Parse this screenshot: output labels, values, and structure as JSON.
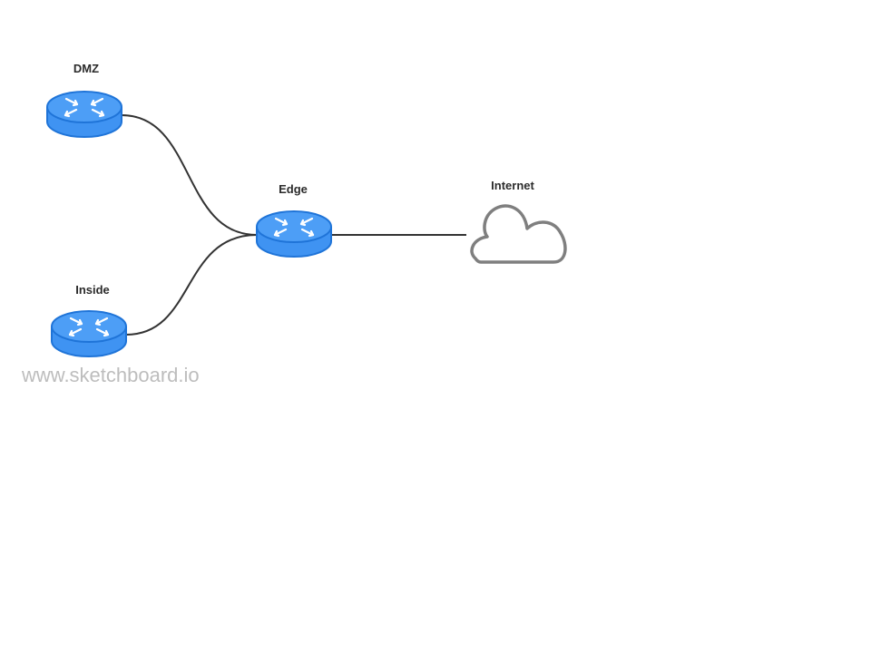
{
  "diagram": {
    "nodes": {
      "dmz": {
        "label": "DMZ",
        "icon": "router-icon"
      },
      "edge": {
        "label": "Edge",
        "icon": "router-icon"
      },
      "inside": {
        "label": "Inside",
        "icon": "router-icon"
      },
      "internet": {
        "label": "Internet",
        "icon": "cloud-icon"
      }
    },
    "links": [
      {
        "from": "DMZ",
        "to": "Edge"
      },
      {
        "from": "Inside",
        "to": "Edge"
      },
      {
        "from": "Edge",
        "to": "Internet"
      }
    ]
  },
  "watermark": "www.sketchboard.io",
  "colors": {
    "router_fill": "#4d9ef6",
    "router_stroke": "#1f74d8",
    "router_arrows": "#ffffff",
    "link": "#333333",
    "cloud_stroke": "#7f7f7f",
    "watermark": "#bdbdbd"
  }
}
